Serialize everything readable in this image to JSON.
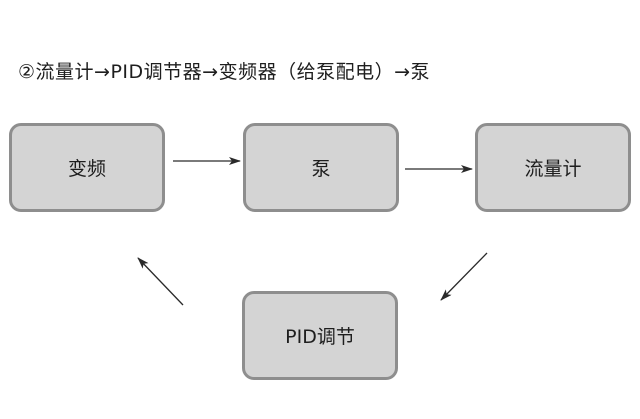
{
  "caption": "②流量计→PID调节器→变频器（给泵配电）→泵",
  "nodes": {
    "inverter": "变频",
    "pump": "泵",
    "flowmeter": "流量计",
    "pid": "PID调节"
  },
  "colors": {
    "node_fill": "#d4d4d4",
    "node_border": "#8e8e8e",
    "arrow": "#2a2a2a",
    "text": "#1e1e1e"
  }
}
